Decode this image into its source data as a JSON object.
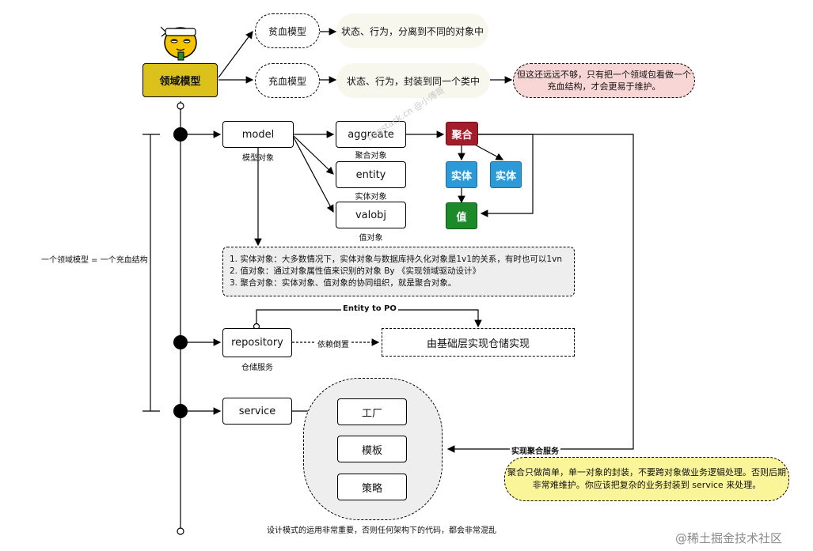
{
  "domain_model": {
    "label": "领域模型"
  },
  "anemic": {
    "label": "贫血模型",
    "desc": "状态、行为，分离到不同的对象中"
  },
  "rich": {
    "label": "充血模型",
    "desc": "状态、行为，封装到同一个类中"
  },
  "rich_note": {
    "line1": "但这还远远不够，只有把一个领域包看做一个",
    "line2": "充血结构，才会更易于维护。"
  },
  "side_label": "一个领域模型 = 一个充血结构",
  "model": {
    "label": "model",
    "caption": "模型对象"
  },
  "aggreate": {
    "label": "aggreate",
    "caption": "聚合对象"
  },
  "entity": {
    "label": "entity",
    "caption": "实体对象"
  },
  "valobj": {
    "label": "valobj",
    "caption": "值对象"
  },
  "agg_tree": {
    "root": "聚合",
    "child1": "实体",
    "child2": "实体",
    "value": "值",
    "colors": {
      "root": "#a31d2b",
      "child": "#2d9ad8",
      "value": "#1d8a2a"
    }
  },
  "watermark": "bugstack.cn @小傅哥",
  "notes": [
    "1. 实体对象：大多数情况下，实体对象与数据库持久化对象是1v1的关系，有时也可以1vn",
    "2. 值对象：通过对象属性值来识别的对象 By 《实现领域驱动设计》",
    "3. 聚合对象：实体对象、值对象的协同组织，就是聚合对象。"
  ],
  "entity_to_po": "Entity to PO",
  "repository": {
    "label": "repository",
    "caption": "仓储服务"
  },
  "dependency_inversion": "依赖倒置",
  "infra_box": "由基础层实现仓储实现",
  "service": {
    "label": "service"
  },
  "patterns": [
    "工厂",
    "模板",
    "策略"
  ],
  "implement_agg": "实现聚合服务",
  "agg_note": {
    "line1": "聚合只做简单，单一对象的封装，不要跨对象做业务逻辑处理。否则后期",
    "line2": "非常难维护。你应该把复杂的业务封装到 service 来处理。"
  },
  "bottom_text": "设计模式的运用非常重要，否则任何架构下的代码，都会非常混乱",
  "brand": "@稀土掘金技术社区"
}
